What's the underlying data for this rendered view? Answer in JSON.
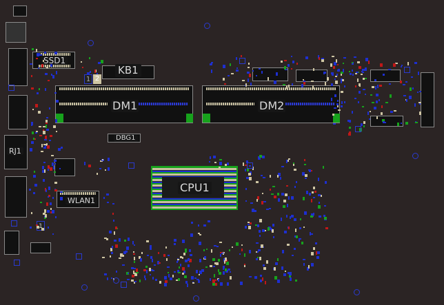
{
  "board": {
    "components": [
      {
        "id": "ssd1",
        "label": "SSD1"
      },
      {
        "id": "kb1",
        "label": "KB1"
      },
      {
        "id": "dm1",
        "label": "DM1"
      },
      {
        "id": "dm2",
        "label": "DM2"
      },
      {
        "id": "dbg1",
        "label": "DBG1"
      },
      {
        "id": "cpu1",
        "label": "CPU1"
      },
      {
        "id": "rj1",
        "label": "RJ1"
      },
      {
        "id": "wlan1",
        "label": "WLAN1"
      }
    ],
    "pads": [
      "1",
      "2",
      "1"
    ]
  },
  "colors": {
    "background": "#2b2424",
    "copper_top": "#17a21c",
    "copper_bottom": "#1e2fd0",
    "silk": "#cfc6a4",
    "outline": "#8a8a8a"
  }
}
